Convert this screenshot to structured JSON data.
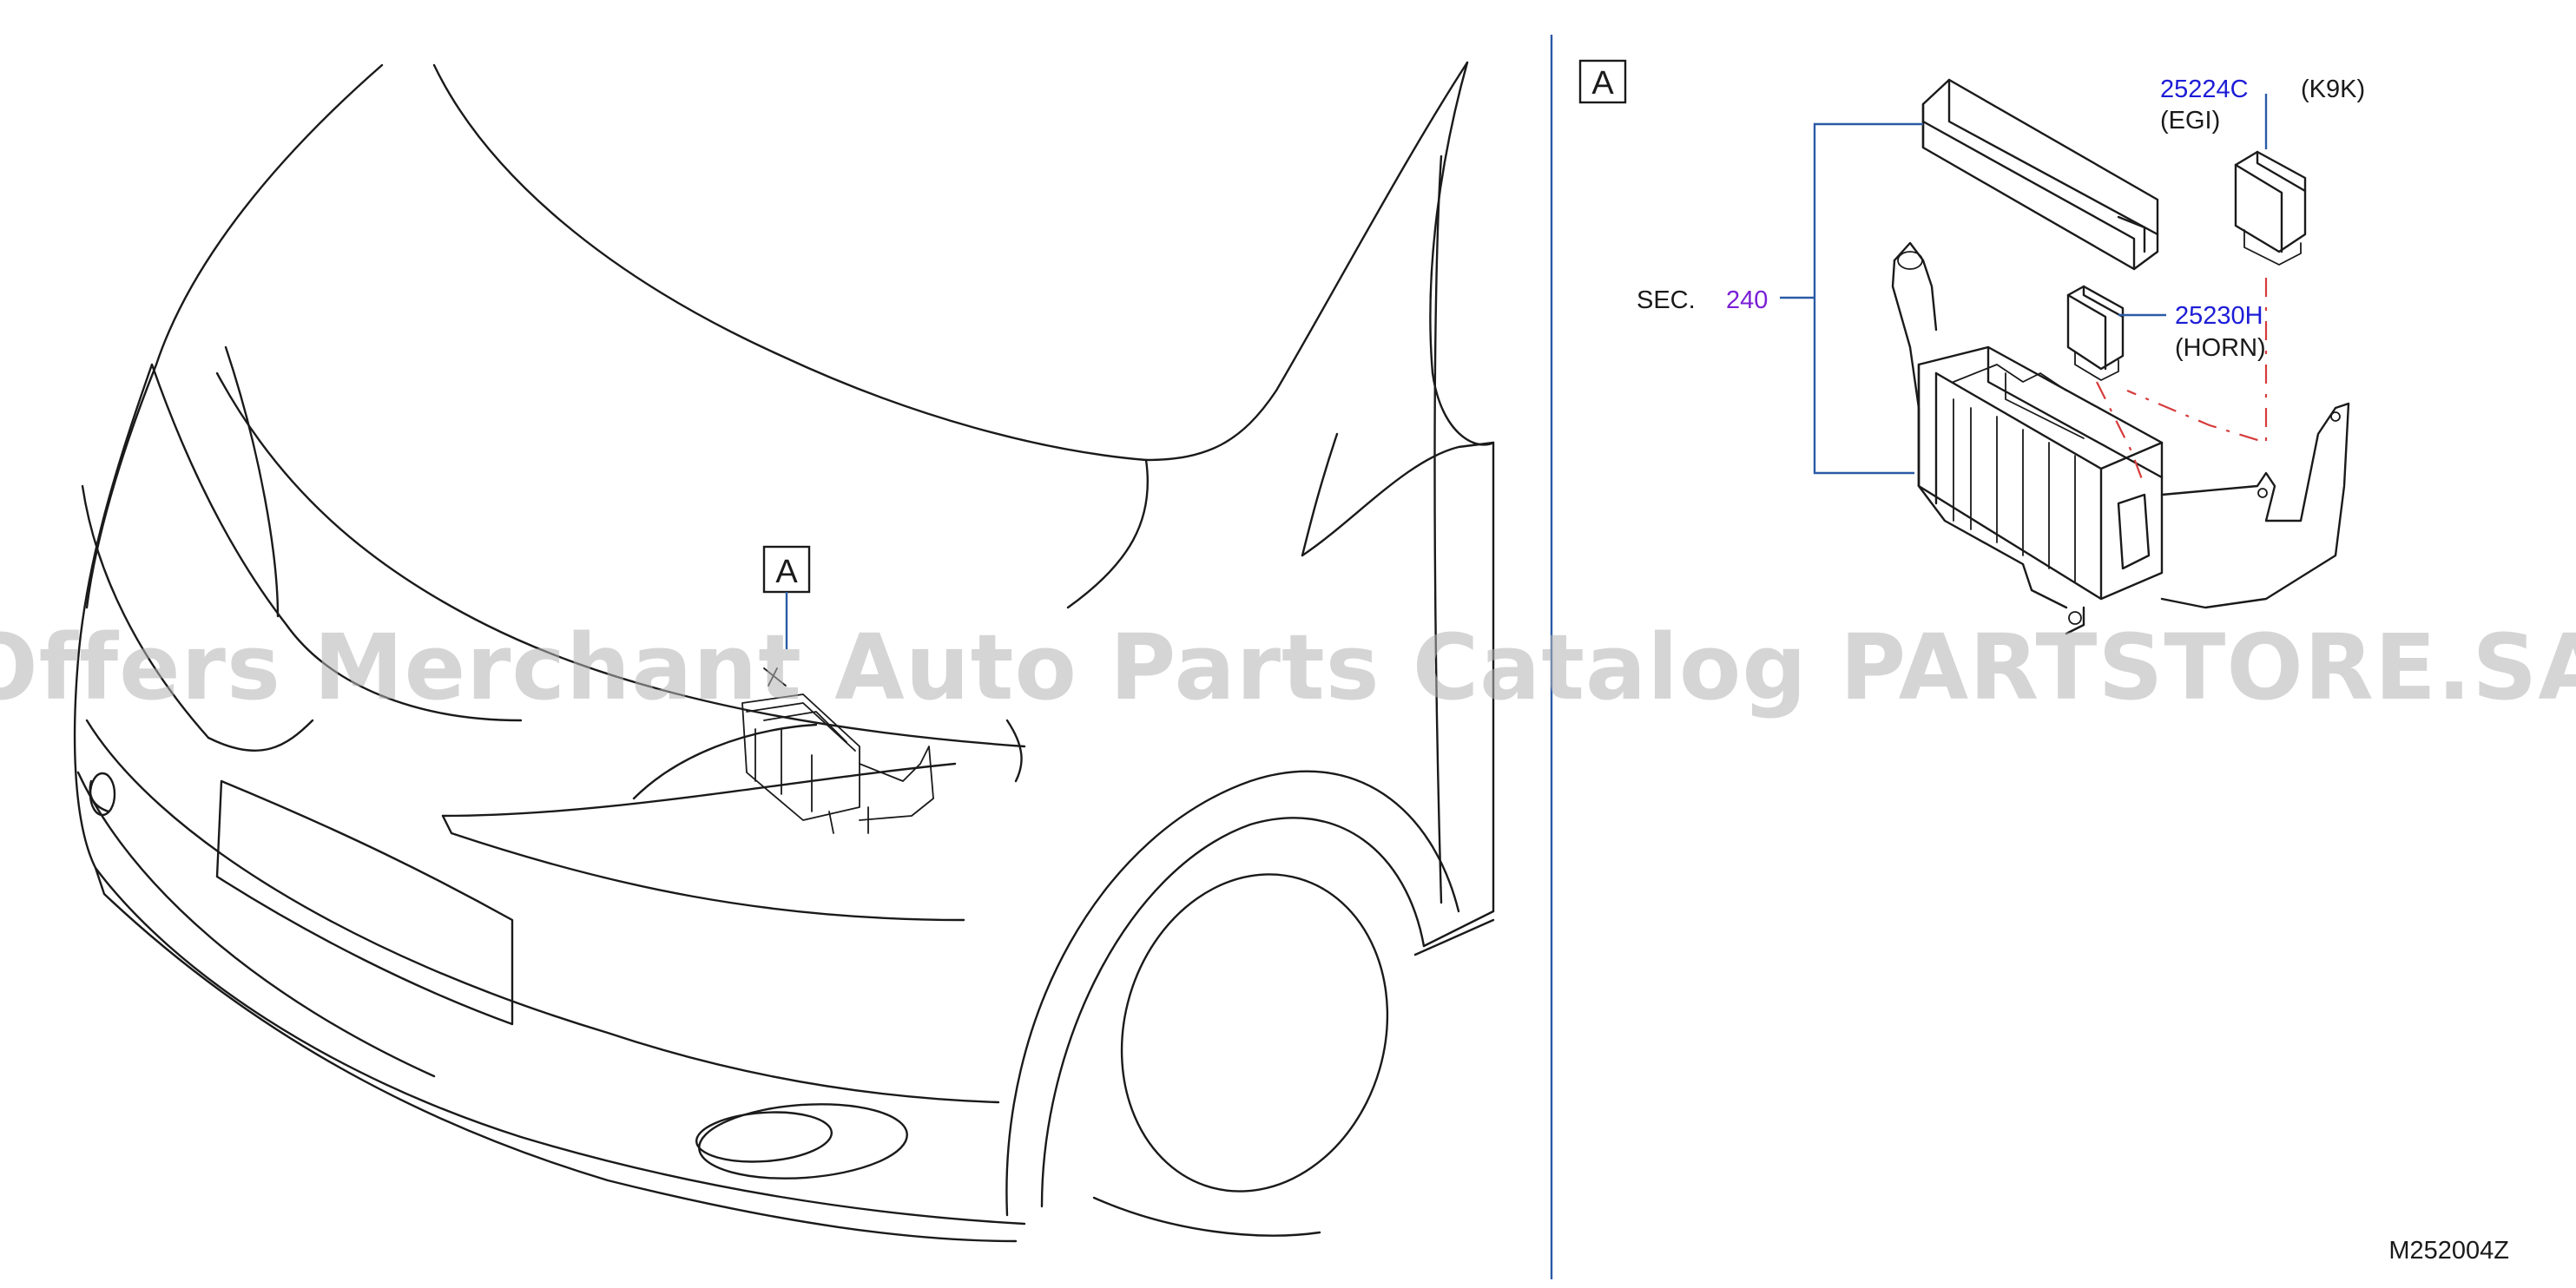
{
  "callouts": {
    "view_letter_car": "A",
    "view_letter_detail": "A"
  },
  "parts": [
    {
      "number": "25224C",
      "note1": "(EGI)",
      "note2": "(K9K)"
    },
    {
      "number": "25230H",
      "note1": "(HORN)"
    }
  ],
  "section": {
    "label": "SEC.",
    "number": "240"
  },
  "drawing_code": "M252004Z",
  "watermark": "Offers Merchant Auto Parts Catalog PARTSTORE.SA",
  "colors": {
    "part_number": "#1c1cd6",
    "section_number": "#7a1fd6",
    "leader": "#2a5aa6",
    "phantom_line": "#d63b3b",
    "divider": "#2a5aa6"
  }
}
